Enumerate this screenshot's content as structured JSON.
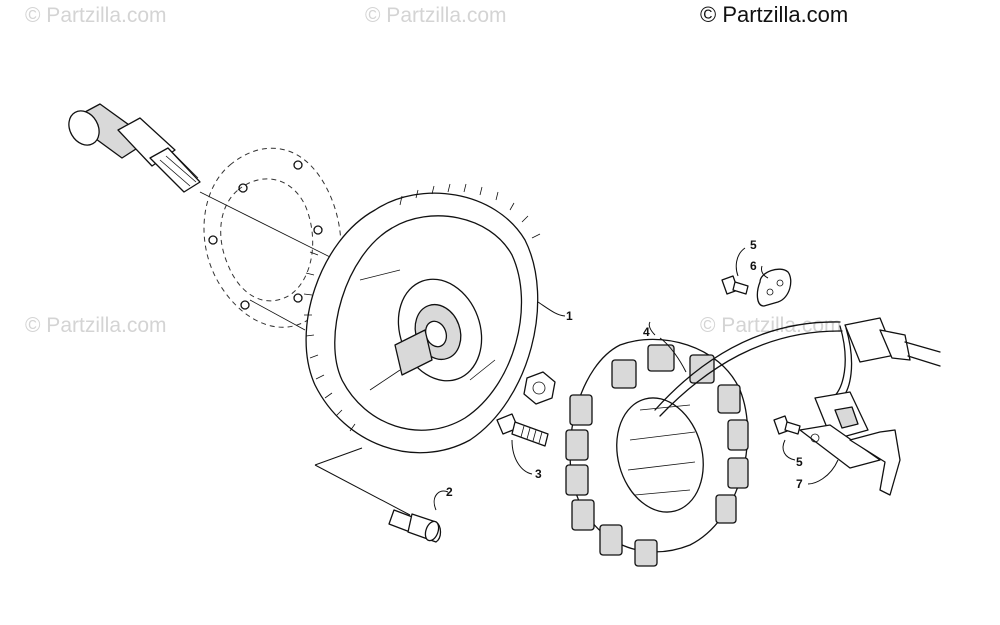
{
  "watermarks": {
    "brand": "© Partzilla.com",
    "copyright": "© Partzilla.com"
  },
  "callouts": {
    "c1": "1",
    "c2": "2",
    "c3": "3",
    "c4": "4",
    "c5a": "5",
    "c6": "6",
    "c5b": "5",
    "c7": "7"
  },
  "colors": {
    "line": "#111111",
    "watermark": "#d4d4d4",
    "shade": "#d9d9d9"
  }
}
